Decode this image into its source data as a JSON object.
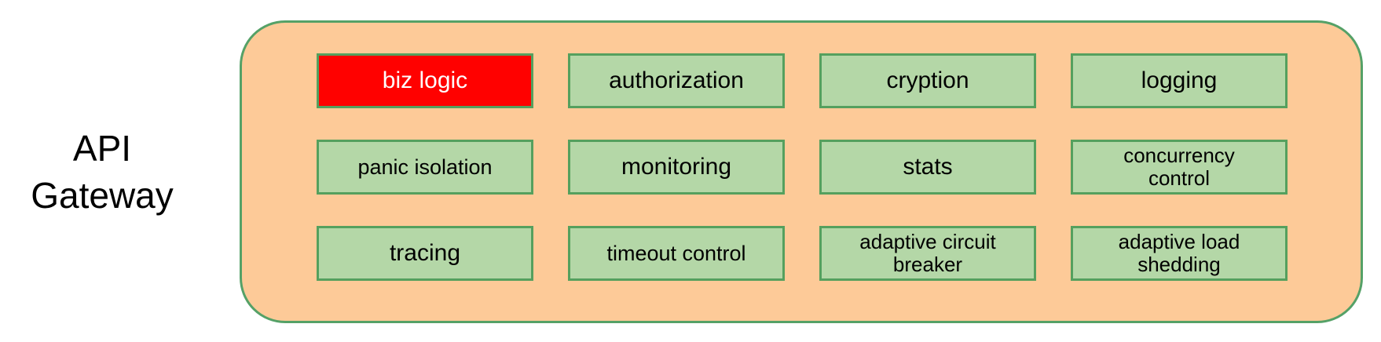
{
  "diagram": {
    "gateway_label": "API\nGateway",
    "modules": [
      {
        "label": "biz logic",
        "highlighted": true
      },
      {
        "label": "authorization",
        "highlighted": false
      },
      {
        "label": "cryption",
        "highlighted": false
      },
      {
        "label": "logging",
        "highlighted": false
      },
      {
        "label": "panic isolation",
        "highlighted": false
      },
      {
        "label": "monitoring",
        "highlighted": false
      },
      {
        "label": "stats",
        "highlighted": false
      },
      {
        "label": "concurrency\ncontrol",
        "highlighted": false
      },
      {
        "label": "tracing",
        "highlighted": false
      },
      {
        "label": "timeout control",
        "highlighted": false
      },
      {
        "label": "adaptive circuit\nbreaker",
        "highlighted": false
      },
      {
        "label": "adaptive load\nshedding",
        "highlighted": false
      }
    ],
    "colors": {
      "container_fill": "#fdca98",
      "container_border": "#55a167",
      "module_fill": "#b4d7a7",
      "module_border": "#55a05e",
      "highlight_fill": "#ff0100",
      "highlight_text": "#ffffff"
    }
  }
}
